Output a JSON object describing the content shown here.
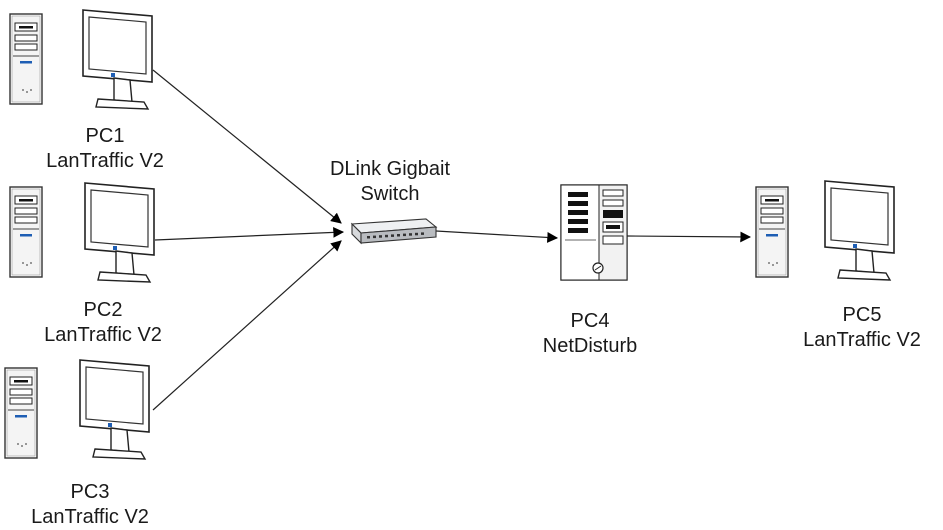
{
  "nodes": {
    "pc1": {
      "name": "PC1",
      "software": "LanTraffic V2"
    },
    "pc2": {
      "name": "PC2",
      "software": "LanTraffic V2"
    },
    "pc3": {
      "name": "PC3",
      "software": "LanTraffic V2"
    },
    "switch": {
      "line1": "DLink Gigbait",
      "line2": "Switch"
    },
    "pc4": {
      "name": "PC4",
      "software": "NetDisturb"
    },
    "pc5": {
      "name": "PC5",
      "software": "LanTraffic V2"
    }
  },
  "connections": [
    {
      "from": "pc1",
      "to": "switch"
    },
    {
      "from": "pc2",
      "to": "switch"
    },
    {
      "from": "pc3",
      "to": "switch"
    },
    {
      "from": "switch",
      "to": "pc4"
    },
    {
      "from": "pc4",
      "to": "pc5"
    }
  ]
}
